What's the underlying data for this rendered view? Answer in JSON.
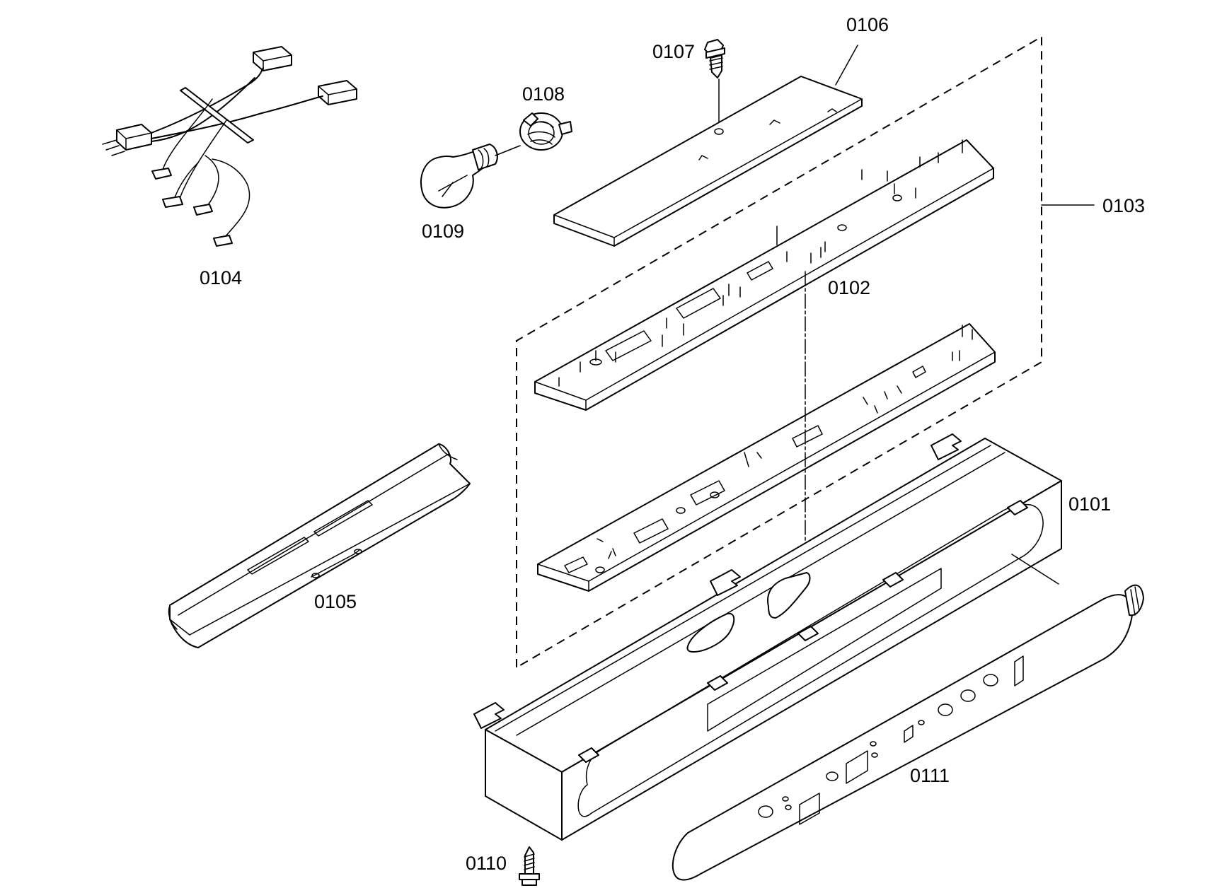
{
  "diagram": {
    "part_labels": {
      "p0101": "0101",
      "p0102": "0102",
      "p0103": "0103",
      "p0104": "0104",
      "p0105": "0105",
      "p0106": "0106",
      "p0107": "0107",
      "p0108": "0108",
      "p0109": "0109",
      "p0110": "0110",
      "p0111": "0111"
    }
  }
}
